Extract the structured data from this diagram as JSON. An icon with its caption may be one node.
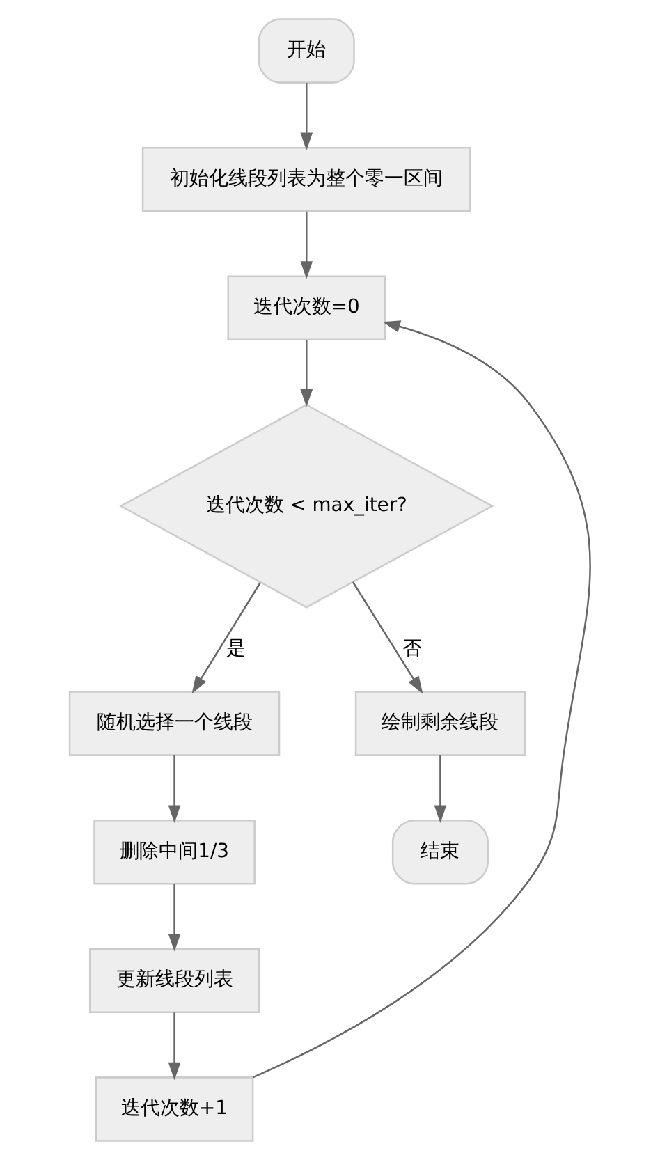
{
  "diagram": {
    "nodes": [
      {
        "text": [
          "开始"
        ]
      },
      {
        "text": [
          "初始化线段列表为整个零一区间"
        ]
      },
      {
        "text": [
          "迭代次数=0"
        ]
      },
      {
        "text": [
          "迭代次数 < max_iter?"
        ]
      },
      {
        "text": [
          "随机选择一个线段"
        ]
      },
      {
        "text": [
          "绘制剩余线段"
        ]
      },
      {
        "text": [
          "删除中间1/3"
        ]
      },
      {
        "text": [
          "结束"
        ]
      },
      {
        "text": [
          "更新线段列表"
        ]
      },
      {
        "text": [
          "迭代次数+1"
        ]
      }
    ],
    "edges": [
      {
        "from": 0,
        "to": 1,
        "arrow": "to"
      },
      {
        "from": 1,
        "to": 2,
        "arrow": "to"
      },
      {
        "from": 2,
        "to": 3,
        "arrow": "to"
      },
      {
        "from": 3,
        "to": 4,
        "arrow": "to",
        "label": "是"
      },
      {
        "from": 3,
        "to": 5,
        "arrow": "to",
        "label": "否"
      },
      {
        "from": 4,
        "to": 6,
        "arrow": "to"
      },
      {
        "from": 5,
        "to": 7,
        "arrow": "to"
      },
      {
        "from": 6,
        "to": 8,
        "arrow": "to"
      },
      {
        "from": 8,
        "to": 9,
        "arrow": "to"
      },
      {
        "from": 9,
        "to": 2,
        "arrow": "to"
      }
    ]
  }
}
